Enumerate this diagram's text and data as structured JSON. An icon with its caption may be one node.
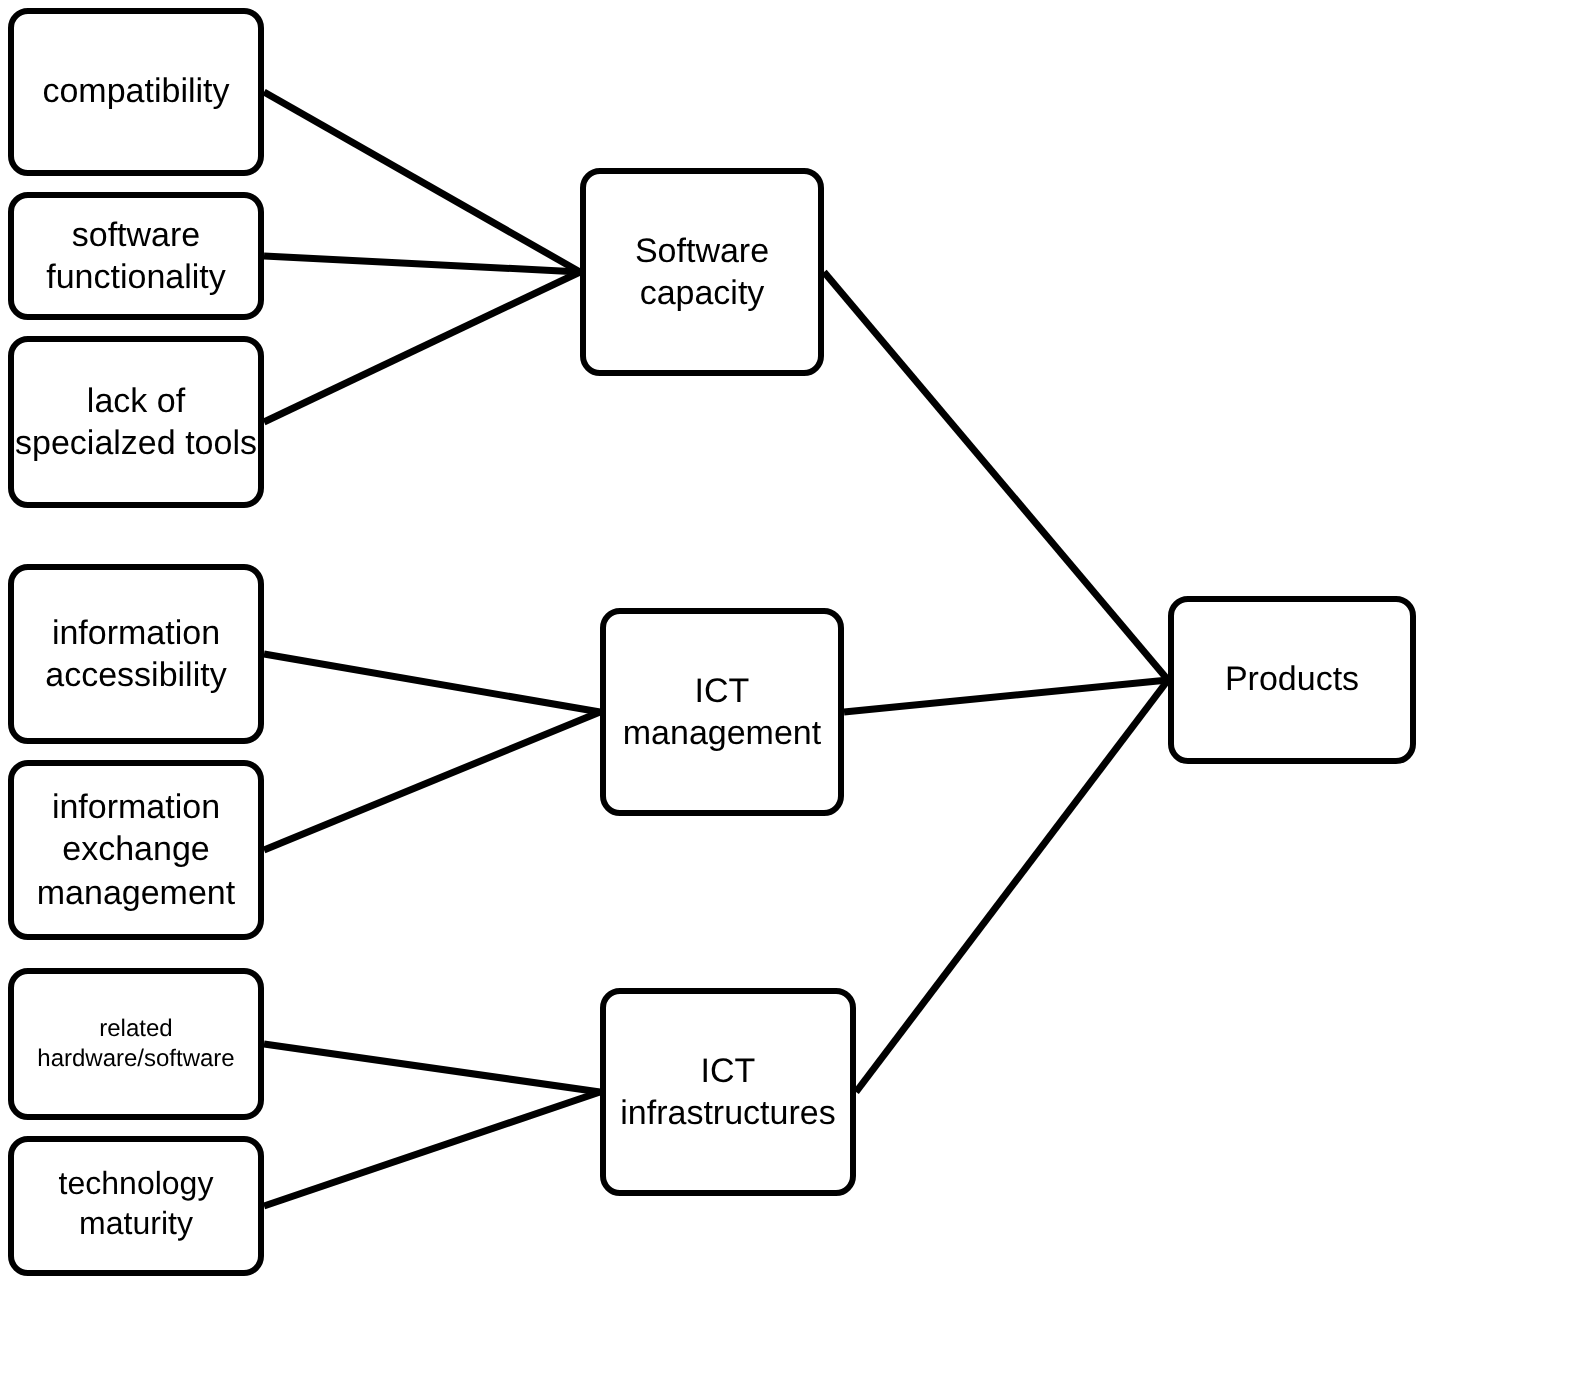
{
  "diagram": {
    "nodes": [
      {
        "text": [
          "compatibility"
        ]
      },
      {
        "text": [
          "software functionality"
        ]
      },
      {
        "text": [
          "lack of specialzed tools"
        ]
      },
      {
        "text": [
          "Software capacity"
        ]
      },
      {
        "text": [
          "information accessibility"
        ]
      },
      {
        "text": [
          "information exchange management"
        ]
      },
      {
        "text": [
          "ICT management"
        ]
      },
      {
        "text": [
          "related hardware/software"
        ]
      },
      {
        "text": [
          "technology maturity"
        ]
      },
      {
        "text": [
          "ICT infrastructures"
        ]
      },
      {
        "text": [
          "Products"
        ]
      }
    ],
    "edges": [
      {
        "from": 0,
        "to": 3,
        "arrow": "none"
      },
      {
        "from": 1,
        "to": 3,
        "arrow": "none"
      },
      {
        "from": 2,
        "to": 3,
        "arrow": "none"
      },
      {
        "from": 4,
        "to": 6,
        "arrow": "none"
      },
      {
        "from": 5,
        "to": 6,
        "arrow": "none"
      },
      {
        "from": 7,
        "to": 9,
        "arrow": "none"
      },
      {
        "from": 8,
        "to": 9,
        "arrow": "none"
      },
      {
        "from": 3,
        "to": 10,
        "arrow": "none"
      },
      {
        "from": 6,
        "to": 10,
        "arrow": "none"
      },
      {
        "from": 9,
        "to": 10,
        "arrow": "none"
      }
    ]
  }
}
